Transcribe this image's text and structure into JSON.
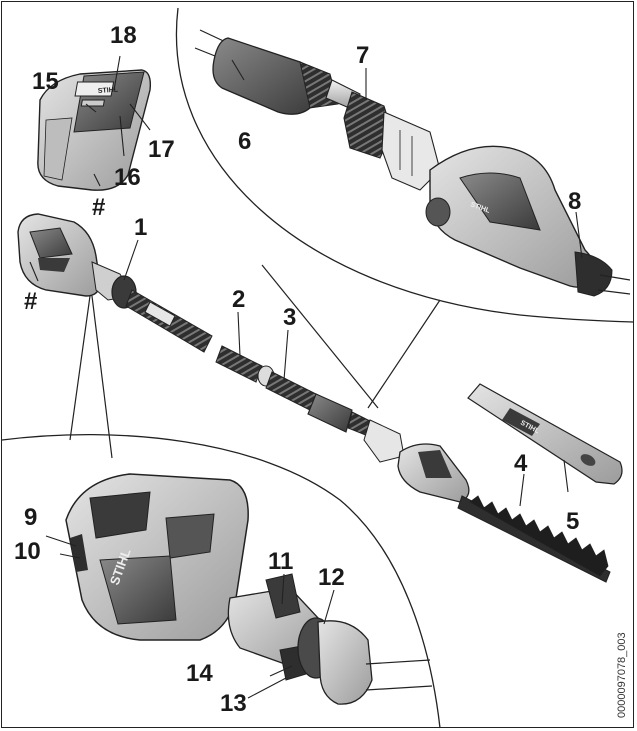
{
  "callouts": {
    "c1": "1",
    "c2": "2",
    "c3": "3",
    "c4": "4",
    "c5": "5",
    "c6": "6",
    "c7": "7",
    "c8": "8",
    "c9": "9",
    "c10": "10",
    "c11": "11",
    "c12": "12",
    "c13": "13",
    "c14": "14",
    "c15": "15",
    "c16": "16",
    "c17": "17",
    "c18": "18",
    "hash_battery": "#",
    "hash_handle": "#"
  },
  "brand_marks": [
    "STIHL"
  ],
  "document_id": "0000097078_003",
  "colors": {
    "outline": "#222222",
    "body_light": "#cfcfcf",
    "body_mid": "#9a9a9a",
    "body_dark": "#555555",
    "grip_dark": "#3a3a3a"
  }
}
